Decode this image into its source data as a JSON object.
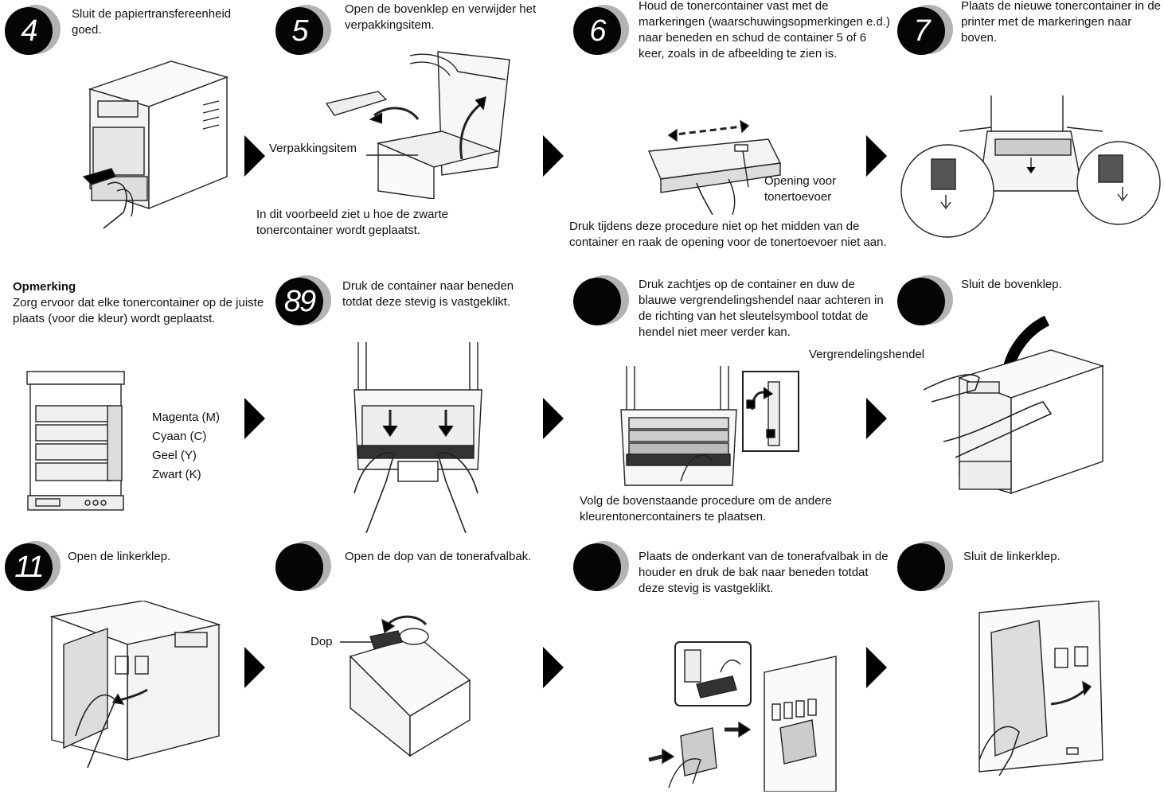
{
  "steps": {
    "s4": {
      "num": "4",
      "text": "Sluit de papiertransfereenheid goed."
    },
    "s5": {
      "num": "5",
      "text": "Open de bovenklep en verwijder het verpakkingsitem.",
      "callout": "Verpakkingsitem",
      "note": "In dit voorbeeld ziet u hoe de zwarte tonercontainer wordt geplaatst."
    },
    "s6": {
      "num": "6",
      "text": "Houd de tonercontainer vast met de markeringen (waarschuwingsopmerkingen e.d.) naar beneden en schud de container 5 of 6 keer, zoals in de afbeelding te zien is.",
      "callout": "Opening voor tonertoevoer",
      "note": "Druk tijdens deze procedure niet op het midden van de container en raak de opening voor de tonertoevoer niet aan."
    },
    "s7": {
      "num": "7",
      "text": "Plaats de nieuwe tonercontainer in de printer met de markeringen naar boven."
    },
    "remark": {
      "title": "Opmerking",
      "text": "Zorg ervoor dat elke tonercontainer op de juiste plaats (voor die kleur) wordt geplaatst.",
      "colors": [
        "Magenta (M)",
        "Cyaan (C)",
        "Geel (Y)",
        "Zwart (K)"
      ]
    },
    "s8": {
      "num": "89",
      "text": "Druk de container naar beneden totdat deze stevig is vastgeklikt."
    },
    "s9": {
      "num": "",
      "text": "Druk zachtjes op de container en duw de blauwe vergrendelingshendel naar achteren in de richting van het sleutelsymbool totdat de hendel niet meer verder kan.",
      "callout": "Vergrendelingshendel",
      "note": "Volg de bovenstaande procedure om de andere kleurentonercontainers te plaatsen."
    },
    "s10": {
      "num": "",
      "text": "Sluit de bovenklep."
    },
    "s11": {
      "num": "11",
      "text": "Open de linkerklep."
    },
    "s12": {
      "num": "",
      "text": "Open de dop van de tonerafvalbak.",
      "callout": "Dop"
    },
    "s13": {
      "num": "",
      "text": "Plaats de onderkant van de tonerafvalbak in de houder en druk de bak naar beneden totdat deze stevig is vastgeklikt."
    },
    "s14": {
      "num": "",
      "text": "Sluit de linkerklep."
    }
  }
}
